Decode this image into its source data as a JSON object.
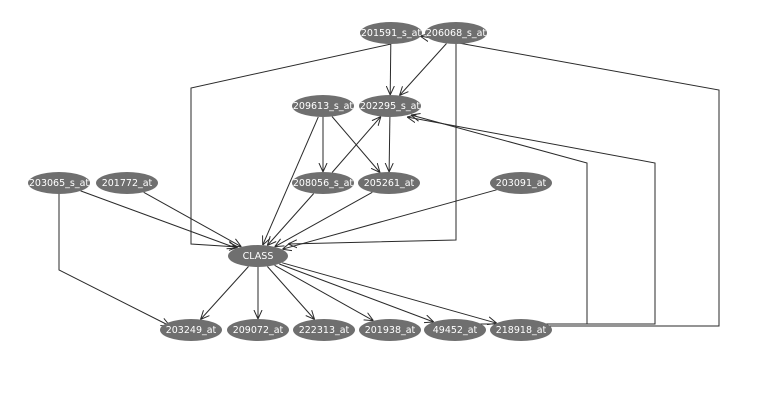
{
  "diagram": {
    "nodes": [
      {
        "id": "n201591",
        "label": "201591_s_at"
      },
      {
        "id": "n206068",
        "label": "206068_s_at"
      },
      {
        "id": "n209613",
        "label": "209613_s_at"
      },
      {
        "id": "n202295",
        "label": "202295_s_at"
      },
      {
        "id": "n203065",
        "label": "203065_s_at"
      },
      {
        "id": "n201772",
        "label": "201772_at"
      },
      {
        "id": "n208056",
        "label": "208056_s_at"
      },
      {
        "id": "n205261",
        "label": "205261_at"
      },
      {
        "id": "n203091",
        "label": "203091_at"
      },
      {
        "id": "class",
        "label": "CLASS"
      },
      {
        "id": "n203249",
        "label": "203249_at"
      },
      {
        "id": "n209072",
        "label": "209072_at"
      },
      {
        "id": "n222313",
        "label": "222313_at"
      },
      {
        "id": "n201938",
        "label": "201938_at"
      },
      {
        "id": "n49452",
        "label": "49452_at"
      },
      {
        "id": "n218918",
        "label": "218918_at"
      }
    ],
    "edges": [
      {
        "from": "n201591",
        "to": "n202295"
      },
      {
        "from": "n206068",
        "to": "n202295"
      },
      {
        "from": "n201591",
        "to": "class"
      },
      {
        "from": "n206068",
        "to": "class"
      },
      {
        "from": "n218918",
        "to": "n201591"
      },
      {
        "from": "n209613",
        "to": "n208056"
      },
      {
        "from": "n209613",
        "to": "n205261"
      },
      {
        "from": "n209613",
        "to": "class"
      },
      {
        "from": "n202295",
        "to": "n205261"
      },
      {
        "from": "n208056",
        "to": "n202295"
      },
      {
        "from": "n208056",
        "to": "class"
      },
      {
        "from": "n205261",
        "to": "class"
      },
      {
        "from": "n203065",
        "to": "class"
      },
      {
        "from": "n203065",
        "to": "n203249"
      },
      {
        "from": "n201772",
        "to": "class"
      },
      {
        "from": "n203091",
        "to": "class"
      },
      {
        "from": "n49452",
        "to": "n202295"
      },
      {
        "from": "n218918",
        "to": "n202295"
      },
      {
        "from": "class",
        "to": "n203249"
      },
      {
        "from": "class",
        "to": "n209072"
      },
      {
        "from": "class",
        "to": "n222313"
      },
      {
        "from": "class",
        "to": "n201938"
      },
      {
        "from": "class",
        "to": "n49452"
      },
      {
        "from": "class",
        "to": "n218918"
      }
    ]
  }
}
